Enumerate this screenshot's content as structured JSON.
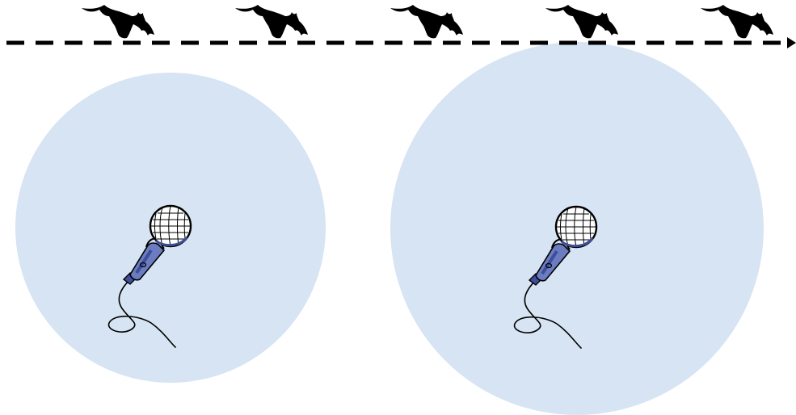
{
  "colors": {
    "background": "#ffffff",
    "detection_zone": "#d6e4f3",
    "bat": "#000000",
    "flight_path": "#000000",
    "microphone_body": "#3d4f9a",
    "microphone_outline": "#000000",
    "cable": "#000000"
  },
  "icons": {
    "bat": "bat-icon",
    "microphone": "microphone-icon"
  },
  "flight_path": {
    "style": "dashed",
    "direction": "left-to-right",
    "bat_count": 5
  },
  "detection_zones": [
    {
      "name": "zone-small",
      "relative_size": "small"
    },
    {
      "name": "zone-large",
      "relative_size": "large"
    }
  ]
}
